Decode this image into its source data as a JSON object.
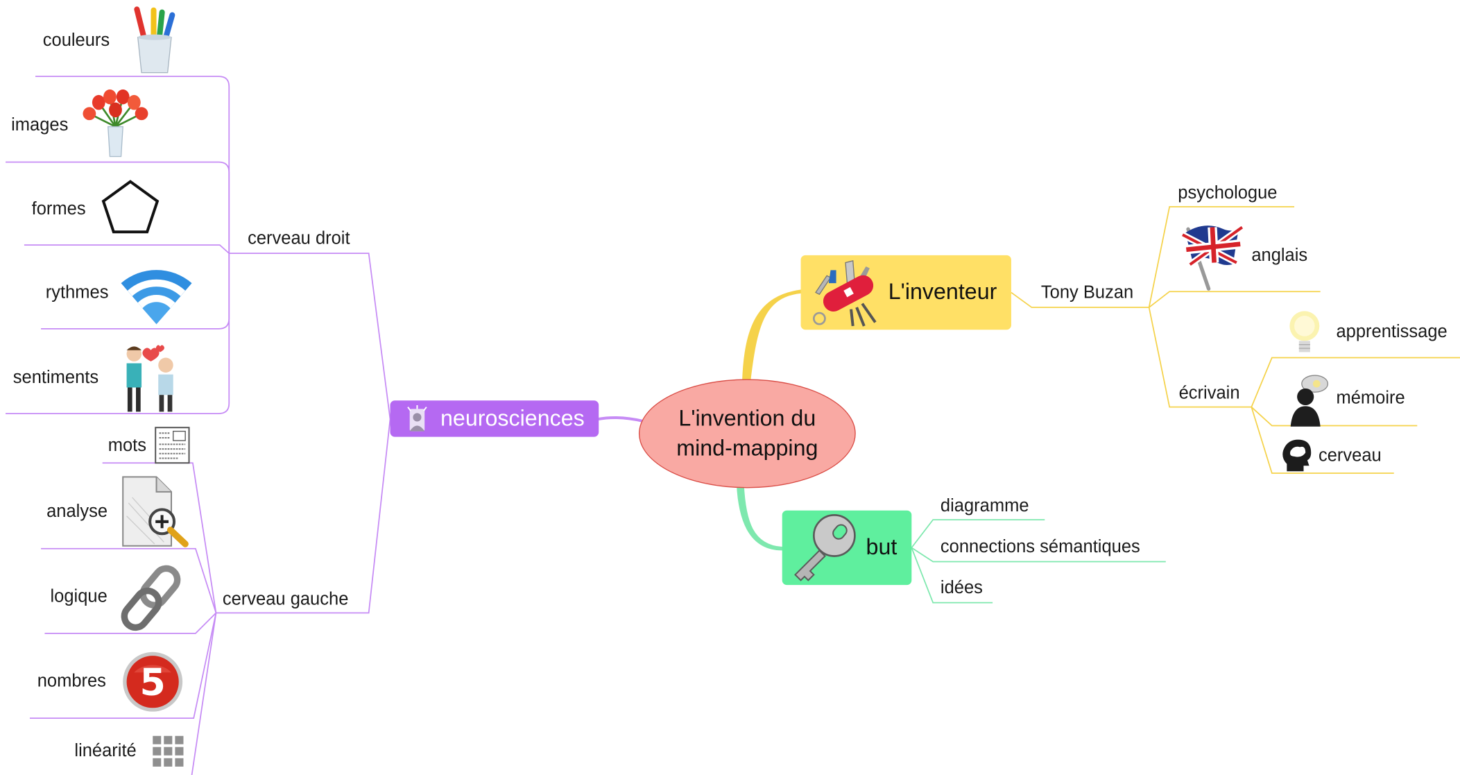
{
  "center": {
    "line1": "L'invention du",
    "line2": "mind-mapping"
  },
  "colors": {
    "center_fill": "#f9a9a3",
    "center_border": "#d94c45",
    "purple": "#b569f2",
    "purple_line": "#c68bf5",
    "yellow": "#ffe066",
    "yellow_line": "#f5d24a",
    "green": "#5fef9e",
    "green_line": "#7ee8ae"
  },
  "branches": {
    "neurosciences": {
      "label": "neurosciences",
      "icon": "person-icon",
      "cerveau_droit": {
        "label": "cerveau droit",
        "items": [
          {
            "label": "couleurs",
            "icon": "crayons-cup-icon"
          },
          {
            "label": "images",
            "icon": "tulips-vase-icon"
          },
          {
            "label": "formes",
            "icon": "pentagon-icon"
          },
          {
            "label": "rythmes",
            "icon": "wifi-waves-icon"
          },
          {
            "label": "sentiments",
            "icon": "couple-love-icon"
          }
        ]
      },
      "cerveau_gauche": {
        "label": "cerveau gauche",
        "items": [
          {
            "label": "mots",
            "icon": "text-document-icon"
          },
          {
            "label": "analyse",
            "icon": "document-zoom-icon"
          },
          {
            "label": "logique",
            "icon": "chain-link-icon"
          },
          {
            "label": "nombres",
            "icon": "number-five-icon"
          },
          {
            "label": "linéarité",
            "icon": "grid-icon"
          }
        ]
      }
    },
    "inventeur": {
      "label": "L'inventeur",
      "icon": "swiss-knife-icon",
      "person": {
        "label": "Tony Buzan",
        "psychologue": "psychologue",
        "anglais": {
          "label": "anglais",
          "icon": "uk-flag-icon"
        },
        "ecrivain": {
          "label": "écrivain",
          "items": [
            {
              "label": "apprentissage",
              "icon": "lightbulb-icon"
            },
            {
              "label": "mémoire",
              "icon": "thinking-head-icon"
            },
            {
              "label": "cerveau",
              "icon": "brain-head-icon"
            }
          ]
        }
      }
    },
    "but": {
      "label": "but",
      "icon": "key-icon",
      "items": [
        "diagramme",
        "connections sémantiques",
        "idées"
      ]
    }
  }
}
